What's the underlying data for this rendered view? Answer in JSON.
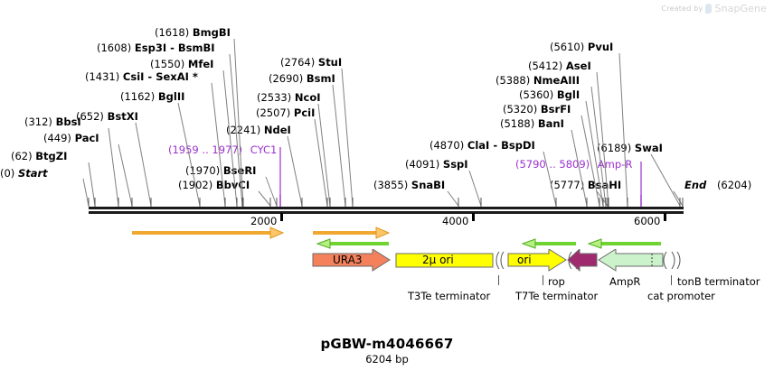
{
  "watermark": {
    "created_by": "Created by",
    "brand": "SnapGene"
  },
  "title": "pGBW-m4046667",
  "length_label": "6204 bp",
  "sequence_length": 6204,
  "axis": {
    "ticks": [
      {
        "label": "2000",
        "value": 2000
      },
      {
        "label": "4000",
        "value": 4000
      },
      {
        "label": "6000",
        "value": 6000
      }
    ]
  },
  "terminals": {
    "start": {
      "pos": "(0)",
      "name": "Start"
    },
    "end": {
      "name": "End",
      "pos": "(6204)"
    }
  },
  "colors": {
    "enzyme_text": "#000000",
    "leader": "#808080",
    "marker": "#9b30d0",
    "backbone": "#1a1a1a",
    "ura3": "#f4805c",
    "two_micron_ori": "#ffff00",
    "ori": "#ffff00",
    "rop": "#a02a6e",
    "ampr": "#ccf2cc",
    "promoter_arrow": "#7ede3c",
    "terminator_arrow": "#f0a830"
  },
  "enzymes": [
    {
      "pos": "(0)",
      "name": "Start",
      "value": 0,
      "italic": true
    },
    {
      "pos": "(62)",
      "name": "BtgZI",
      "value": 62
    },
    {
      "pos": "(312)",
      "name": "BbsI",
      "value": 312
    },
    {
      "pos": "(449)",
      "name": "PacI",
      "value": 449
    },
    {
      "pos": "(652)",
      "name": "BstXI",
      "value": 652
    },
    {
      "pos": "(1162)",
      "name": "BglII",
      "value": 1162
    },
    {
      "pos": "(1431)",
      "name": "CsiI  -  SexAI *",
      "value": 1431
    },
    {
      "pos": "(1550)",
      "name": "MfeI",
      "value": 1550
    },
    {
      "pos": "(1608)",
      "name": "Esp3I  -  BsmBI",
      "value": 1608
    },
    {
      "pos": "(1618)",
      "name": "BmgBI",
      "value": 1618
    },
    {
      "pos": "(1902)",
      "name": "BbvCI",
      "value": 1902
    },
    {
      "pos": "(1970)",
      "name": "BseRI",
      "value": 1970
    },
    {
      "pos": "(2241)",
      "name": "NdeI",
      "value": 2241
    },
    {
      "pos": "(2507)",
      "name": "PciI",
      "value": 2507
    },
    {
      "pos": "(2533)",
      "name": "NcoI",
      "value": 2533
    },
    {
      "pos": "(2690)",
      "name": "BsmI",
      "value": 2690
    },
    {
      "pos": "(2764)",
      "name": "StuI",
      "value": 2764
    },
    {
      "pos": "(3855)",
      "name": "SnaBI",
      "value": 3855
    },
    {
      "pos": "(4091)",
      "name": "SspI",
      "value": 4091
    },
    {
      "pos": "(4870)",
      "name": "ClaI  -  BspDI",
      "value": 4870
    },
    {
      "pos": "(5188)",
      "name": "BanI",
      "value": 5188
    },
    {
      "pos": "(5320)",
      "name": "BsrFI",
      "value": 5320
    },
    {
      "pos": "(5360)",
      "name": "BglI",
      "value": 5360
    },
    {
      "pos": "(5388)",
      "name": "NmeAIII",
      "value": 5388
    },
    {
      "pos": "(5412)",
      "name": "AseI",
      "value": 5412
    },
    {
      "pos": "(5610)",
      "name": "PvuI",
      "value": 5610
    },
    {
      "pos": "(5777)",
      "name": "BsaHI",
      "value": 5777
    },
    {
      "pos": "(6189)",
      "name": "SwaI",
      "value": 6189
    },
    {
      "pos": "(6204)",
      "name": "End",
      "value": 6204,
      "italic": true
    }
  ],
  "markers": [
    {
      "range": "(1959 .. 1977)",
      "name": "CYC1",
      "value": 1968
    },
    {
      "range": "(5790 .. 5809)",
      "name": "Amp-R",
      "value": 5800
    }
  ],
  "features": [
    {
      "name": "URA3",
      "label": "URA3"
    },
    {
      "name": "2mu-ori",
      "label": "2µ ori"
    },
    {
      "name": "ori",
      "label": "ori"
    },
    {
      "name": "rop",
      "label": "rop"
    },
    {
      "name": "AmpR",
      "label": "AmpR"
    },
    {
      "name": "T3Te terminator",
      "label": "T3Te terminator"
    },
    {
      "name": "T7Te terminator",
      "label": "T7Te terminator"
    },
    {
      "name": "cat promoter",
      "label": "cat promoter"
    },
    {
      "name": "tonB terminator",
      "label": "tonB terminator"
    }
  ]
}
